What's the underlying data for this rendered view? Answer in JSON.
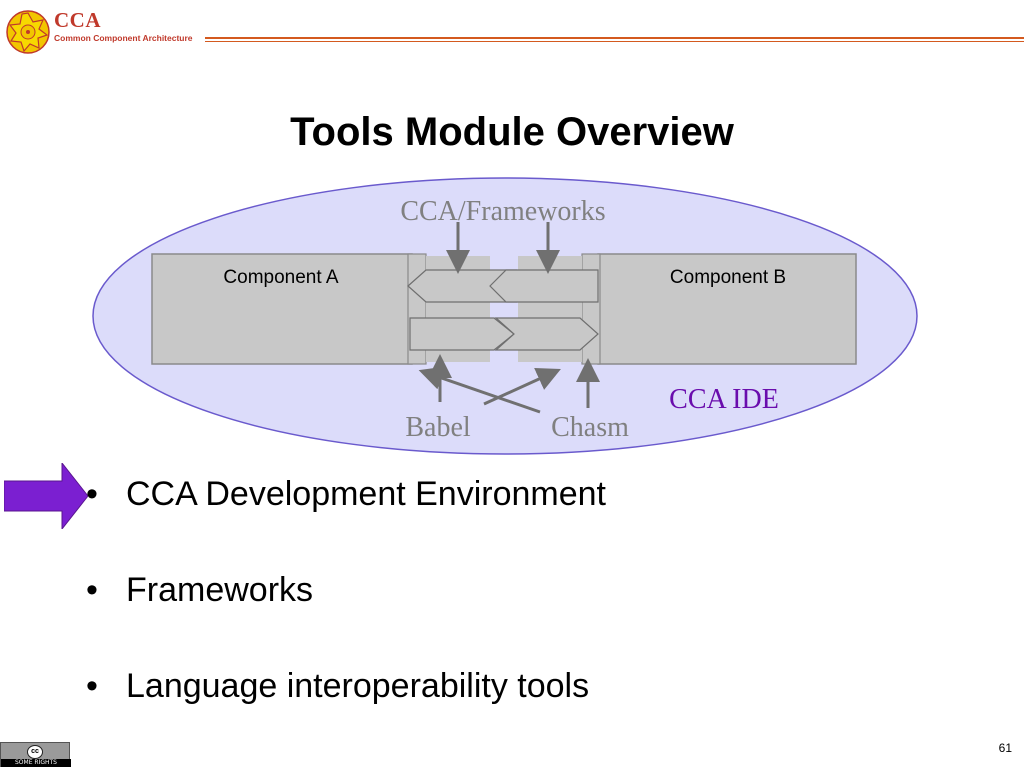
{
  "header": {
    "logo_title": "CCA",
    "logo_subtitle": "Common Component Architecture"
  },
  "slide": {
    "title": "Tools Module Overview",
    "page_number": "61"
  },
  "diagram": {
    "frameworks_label": "CCA/Frameworks",
    "component_a_label": "Component A",
    "component_b_label": "Component B",
    "ide_label": "CCA IDE",
    "babel_label": "Babel",
    "chasm_label": "Chasm",
    "colors": {
      "ellipse_fill": "#dcdcfa",
      "ellipse_stroke": "#6a5acd",
      "component_fill": "#c8c8c8",
      "label_gray": "#808080",
      "ide_purple": "#6a0dad"
    }
  },
  "bullets": {
    "bullet_char": "•",
    "items": [
      "CCA Development Environment",
      "Frameworks",
      "Language interoperability tools"
    ],
    "pointer_color": "#7b1fd1"
  },
  "footer": {
    "license_icon": "creative-commons-icon",
    "license_symbol": "cc",
    "license_text": "SOME RIGHTS RESERVED"
  }
}
